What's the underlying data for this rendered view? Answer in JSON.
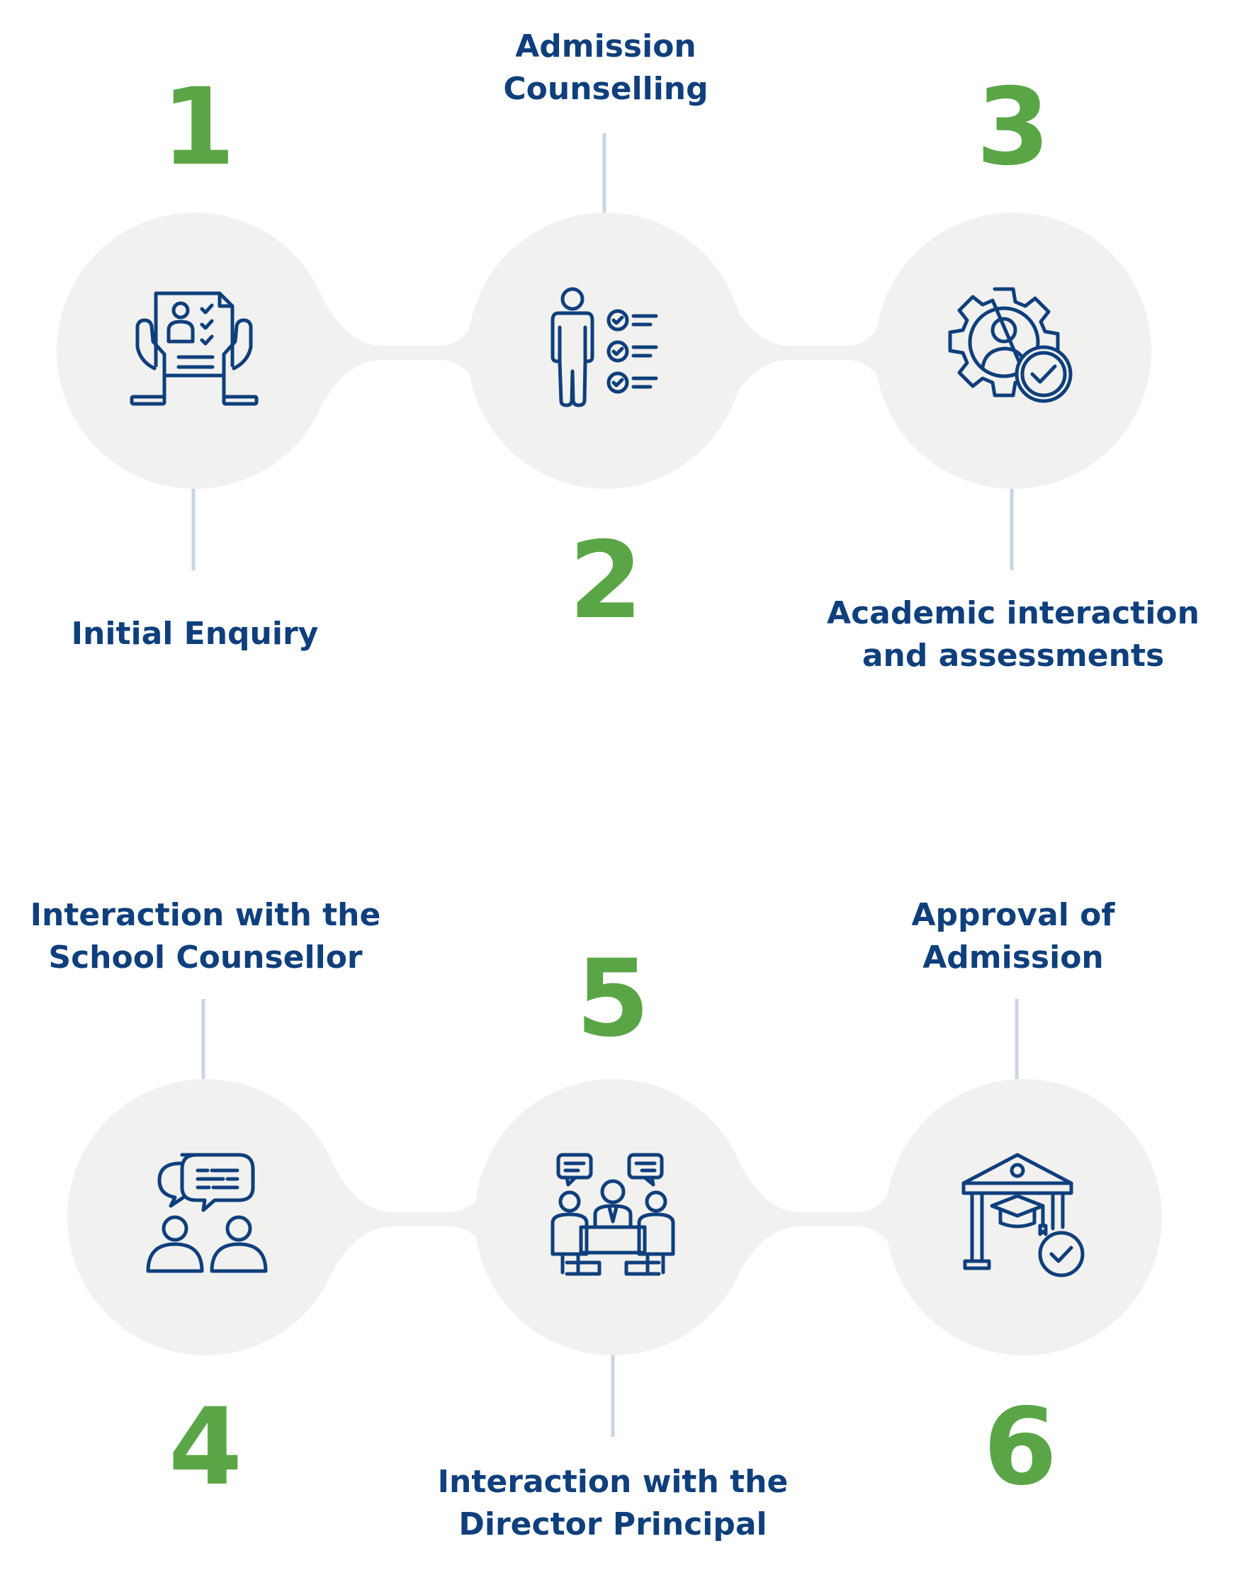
{
  "colors": {
    "step_number": "#5aa647",
    "label_text": "#0f3f7c",
    "circle_fill": "#f1f1ef",
    "connector_line": "#c9d5e1",
    "icon_stroke": "#0f3f7c"
  },
  "steps": [
    {
      "number": "1",
      "label": "Initial Enquiry",
      "icon": "enquiry-form-icon"
    },
    {
      "number": "2",
      "label": "Admission\nCounselling",
      "icon": "checklist-person-icon"
    },
    {
      "number": "3",
      "label": "Academic interaction\nand assessments",
      "icon": "gear-user-check-icon"
    },
    {
      "number": "4",
      "label": "Interaction with the\nSchool Counsellor",
      "icon": "conversation-icon"
    },
    {
      "number": "5",
      "label": "Interaction with the\nDirector Principal",
      "icon": "meeting-table-icon"
    },
    {
      "number": "6",
      "label": "Approval of\nAdmission",
      "icon": "graduation-building-check-icon"
    }
  ]
}
